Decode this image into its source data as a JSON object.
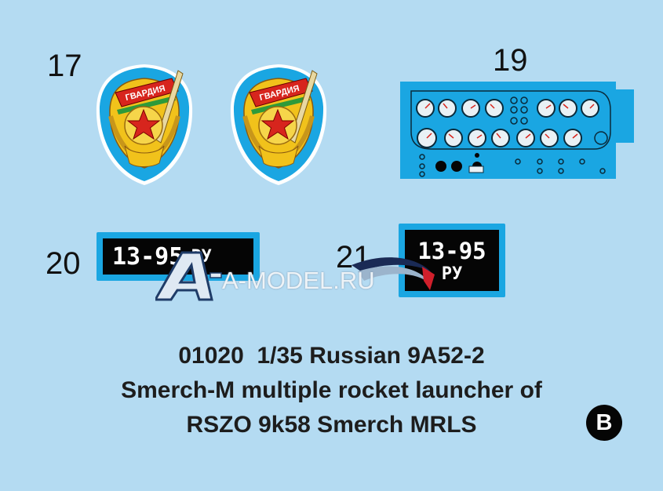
{
  "decals": {
    "d17": {
      "number": "17",
      "badge_text": "ГВАРДИЯ"
    },
    "d19": {
      "number": "19"
    },
    "d20": {
      "number": "20",
      "plate_number": "13-95",
      "plate_suffix": "РУ"
    },
    "d21": {
      "number": "21",
      "plate_number": "13-95",
      "plate_suffix": "РУ"
    }
  },
  "watermark": {
    "text": "A-MODEL.RU"
  },
  "title": {
    "line1": "01020  1/35 Russian 9A52-2",
    "line2": "Smerch-M multiple rocket launcher of",
    "line3": "RSZO 9k58 Smerch MRLS"
  },
  "sheet_letter": "B",
  "colors": {
    "background": "#b4dbf2",
    "decal_blue": "#1aa6e2",
    "badge_red": "#d7251d",
    "badge_gold": "#f1c21b"
  }
}
